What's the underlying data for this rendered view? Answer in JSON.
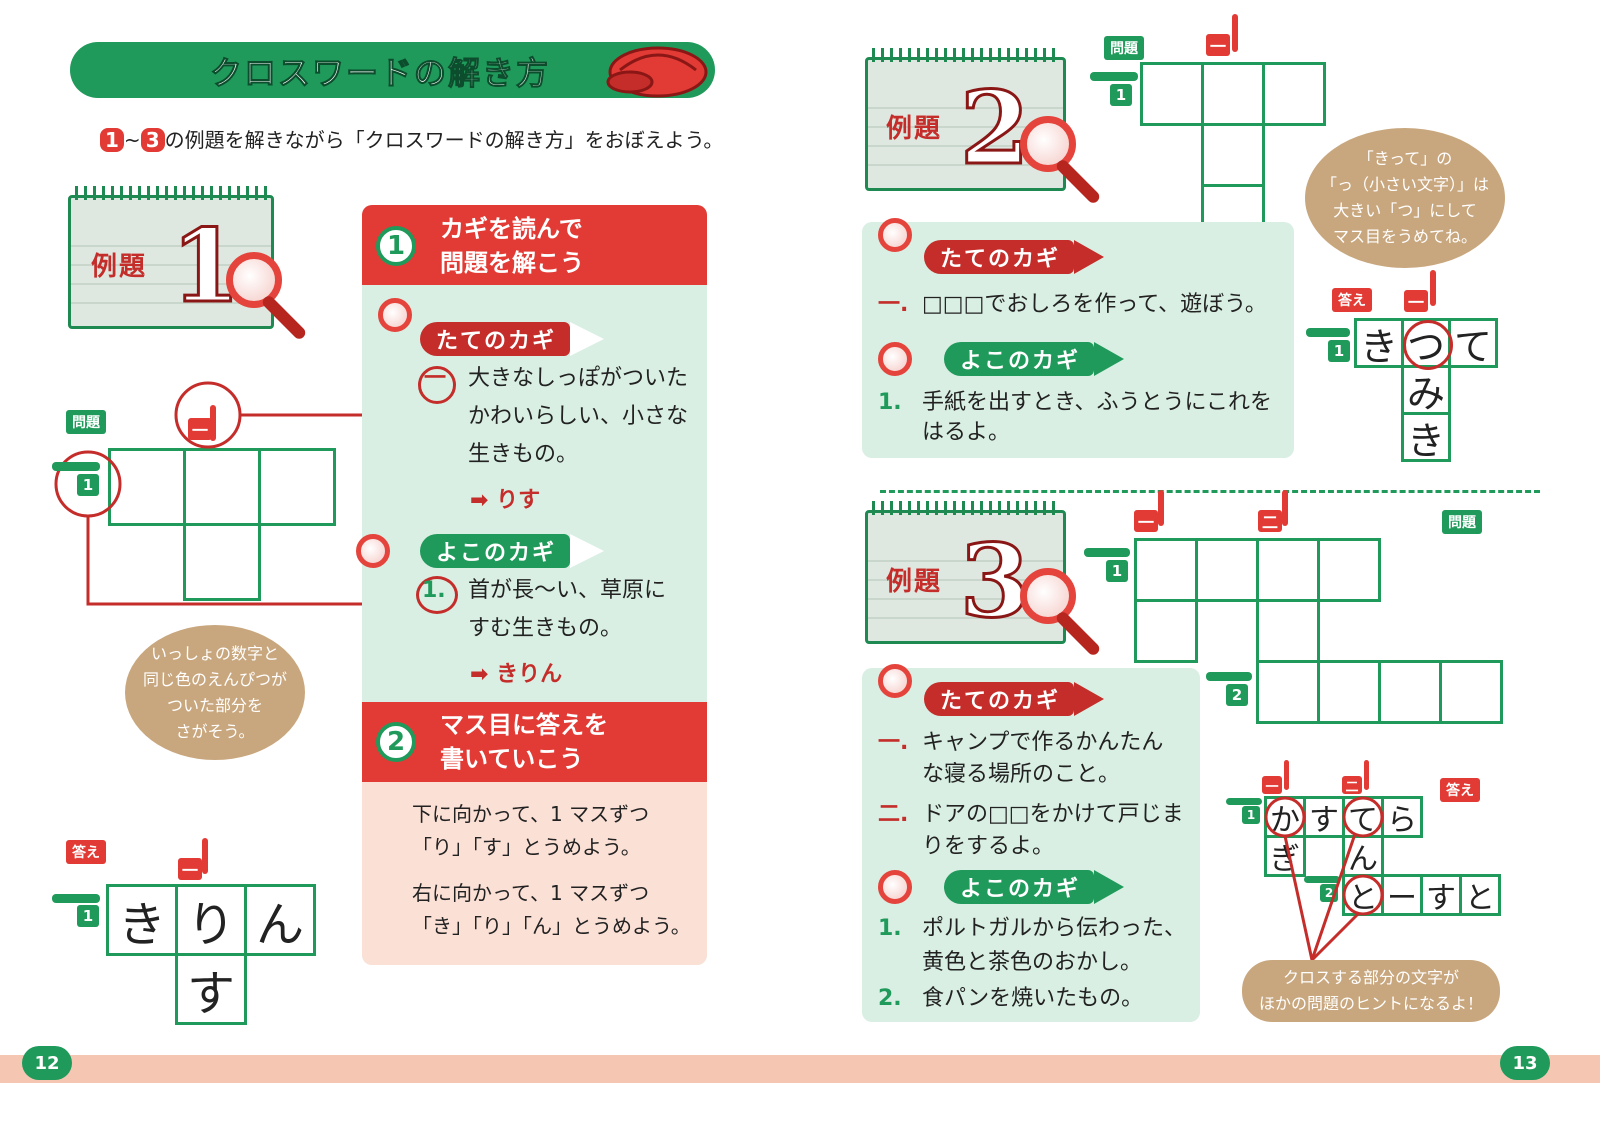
{
  "title": "クロスワードの解き方",
  "intro": {
    "n1": "1",
    "tilde": "~",
    "n3": "3",
    "text": "の例題を解きながら「クロスワードの解き方」をおぼえよう。"
  },
  "tags": {
    "mondai": "問題",
    "kotae": "答え"
  },
  "examples": {
    "label": "例題",
    "n1": "1",
    "n2": "2",
    "n3": "3"
  },
  "ex1": {
    "grid_down_mark": "一",
    "grid_across_num": "1",
    "answer": {
      "r1": [
        "き",
        "り",
        "ん"
      ],
      "r2": "す"
    },
    "step1": {
      "num": "1",
      "title_l1": "カギを読んで",
      "title_l2": "問題を解こう"
    },
    "tate": "たてのカギ",
    "tate_mark": "一",
    "tate_lines": [
      "大きなしっぽがついた",
      "かわいらしい、小さな",
      "生きもの。"
    ],
    "tate_answer": "➡ りす",
    "yoko": "よこのカギ",
    "yoko_num": "1.",
    "yoko_lines": [
      "首が長〜い、草原に",
      "すむ生きもの。"
    ],
    "yoko_answer": "➡ きりん",
    "step2": {
      "num": "2",
      "title_l1": "マス目に答えを",
      "title_l2": "書いていこう"
    },
    "step2_lines": [
      "下に向かって、1 マスずつ",
      "「り」「す」とうめよう。",
      "右に向かって、1 マスずつ",
      "「き」「り」「ん」とうめよう。"
    ],
    "bubble": [
      "いっしょの数字と",
      "同じ色のえんぴつが",
      "ついた部分を",
      "さがそう。"
    ]
  },
  "ex2": {
    "across_num": "1",
    "down_mark": "一",
    "tate": "たてのカギ",
    "tate_mark": "一.",
    "tate_text": "□□□でおしろを作って、遊ぼう。",
    "yoko": "よこのカギ",
    "yoko_num": "1.",
    "yoko_lines": [
      "手紙を出すとき、ふうとうにこれを",
      "はるよ。"
    ],
    "answer": {
      "r1": [
        "き",
        "つ",
        "て"
      ],
      "c2": [
        "み",
        "き"
      ]
    },
    "bubble": [
      "「きって」の",
      "「っ（小さい文字）」は",
      "大きい「つ」にして",
      "マス目をうめてね。"
    ]
  },
  "ex3": {
    "across1": "1",
    "across2": "2",
    "down1": "一",
    "down2": "二",
    "tate": "たてのカギ",
    "tate_mark1": "一.",
    "tate1_lines": [
      "キャンプで作るかんたん",
      "な寝る場所のこと。"
    ],
    "tate_mark2": "二.",
    "tate2_lines": [
      "ドアの□□をかけて戸じま",
      "りをするよ。"
    ],
    "yoko": "よこのカギ",
    "yoko1_num": "1.",
    "yoko1_lines": [
      "ポルトガルから伝わった、",
      "黄色と茶色のおかし。"
    ],
    "yoko2_num": "2.",
    "yoko2_text": "食パンを焼いたもの。",
    "answer": {
      "r1": [
        "か",
        "す",
        "て",
        "ら"
      ],
      "r2": [
        "ぎ",
        "ん"
      ],
      "r3": [
        "と",
        "ー",
        "す",
        "と"
      ]
    },
    "bubble": [
      "クロスする部分の文字が",
      "ほかの問題のヒントになるよ！"
    ]
  },
  "pages": {
    "left": "12",
    "right": "13"
  }
}
